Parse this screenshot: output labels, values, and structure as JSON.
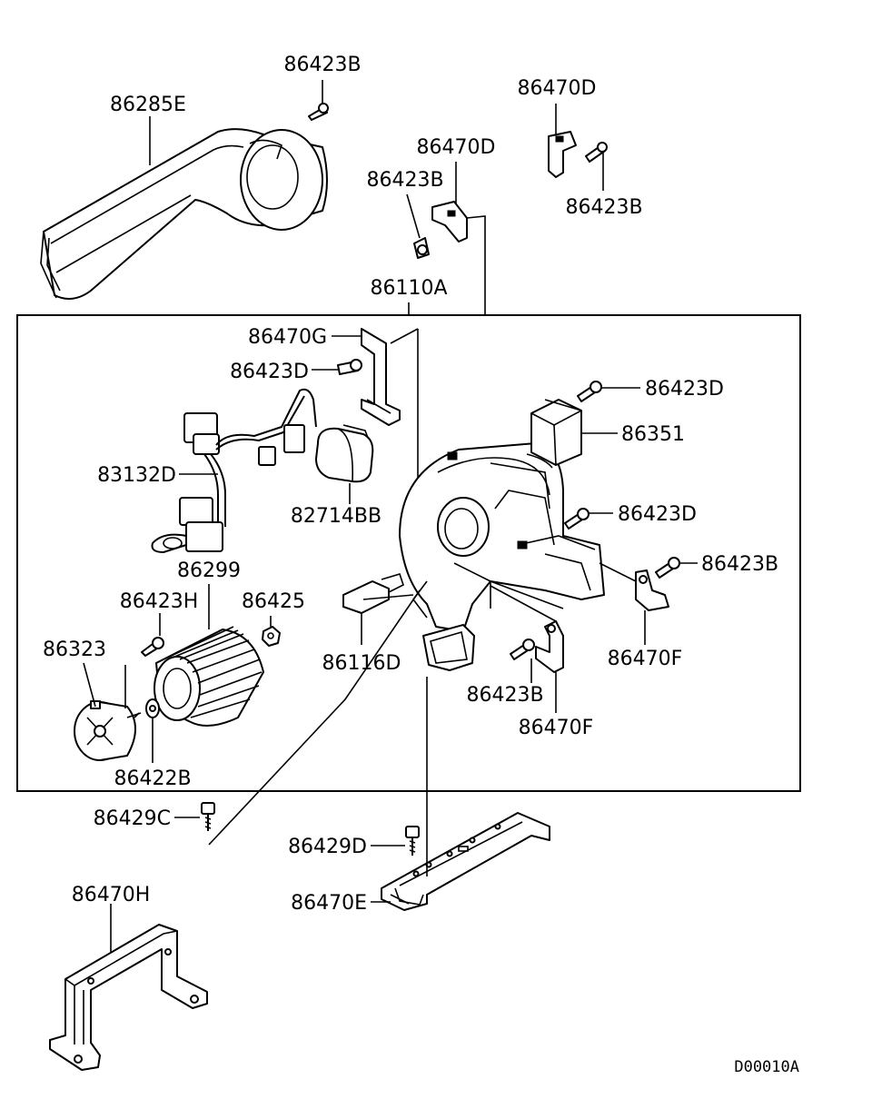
{
  "labels": {
    "p86423B_top": "86423B",
    "p86285E": "86285E",
    "p86470D_top": "86470D",
    "p86470D_mid": "86470D",
    "p86423B_mid": "86423B",
    "p86423B_right": "86423B",
    "p86110A": "86110A",
    "p86470G": "86470G",
    "p86423D_left": "86423D",
    "p86423D_r1": "86423D",
    "p86351": "86351",
    "p83132D": "83132D",
    "p82714BB": "82714BB",
    "p86423D_r2": "86423D",
    "p86423B_r3": "86423B",
    "p86299": "86299",
    "p86423H": "86423H",
    "p86425": "86425",
    "p86323": "86323",
    "p86116D": "86116D",
    "p86470F_1": "86470F",
    "p86423B_low": "86423B",
    "p86470F_2": "86470F",
    "p86422B": "86422B",
    "p86429C": "86429C",
    "p86429D": "86429D",
    "p86470E": "86470E",
    "p86470H": "86470H"
  },
  "diagram_code": "D00010A"
}
